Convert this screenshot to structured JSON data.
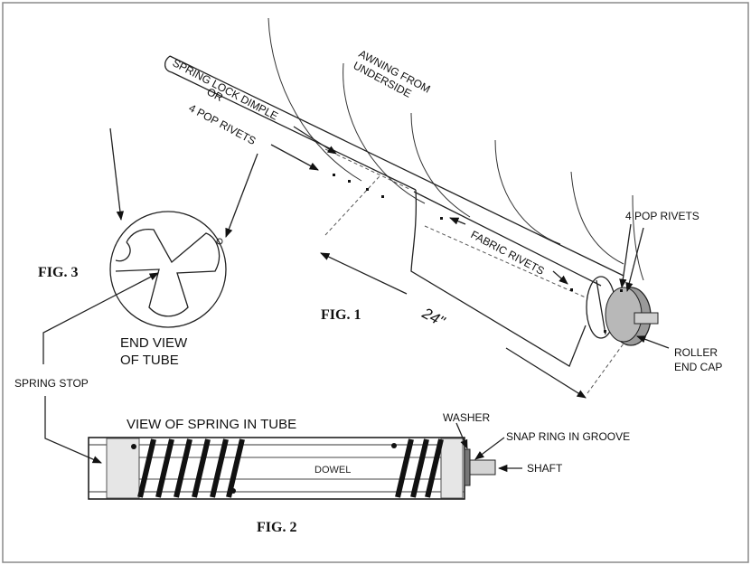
{
  "labels": {
    "spring_lock_line1": "SPRING LOCK DIMPLE",
    "spring_lock_line2": "OR",
    "spring_lock_line3": "4 POP RIVETS",
    "awning_line1": "AWNING FROM",
    "awning_line2": "UNDERSIDE",
    "fabric_rivets": "FABRIC RIVETS",
    "pop_rivets": "4 POP RIVETS",
    "roller_line1": "ROLLER",
    "roller_line2": "END CAP",
    "dimension": "24\"",
    "end_view_line1": "END VIEW",
    "end_view_line2": "OF TUBE",
    "spring_stop": "SPRING STOP",
    "view_spring": "VIEW OF SPRING IN TUBE",
    "washer": "WASHER",
    "snap_ring": "SNAP RING IN GROOVE",
    "shaft": "SHAFT",
    "dowel": "DOWEL"
  },
  "figures": {
    "fig1": "FIG. 1",
    "fig2": "FIG. 2",
    "fig3": "FIG. 3"
  }
}
